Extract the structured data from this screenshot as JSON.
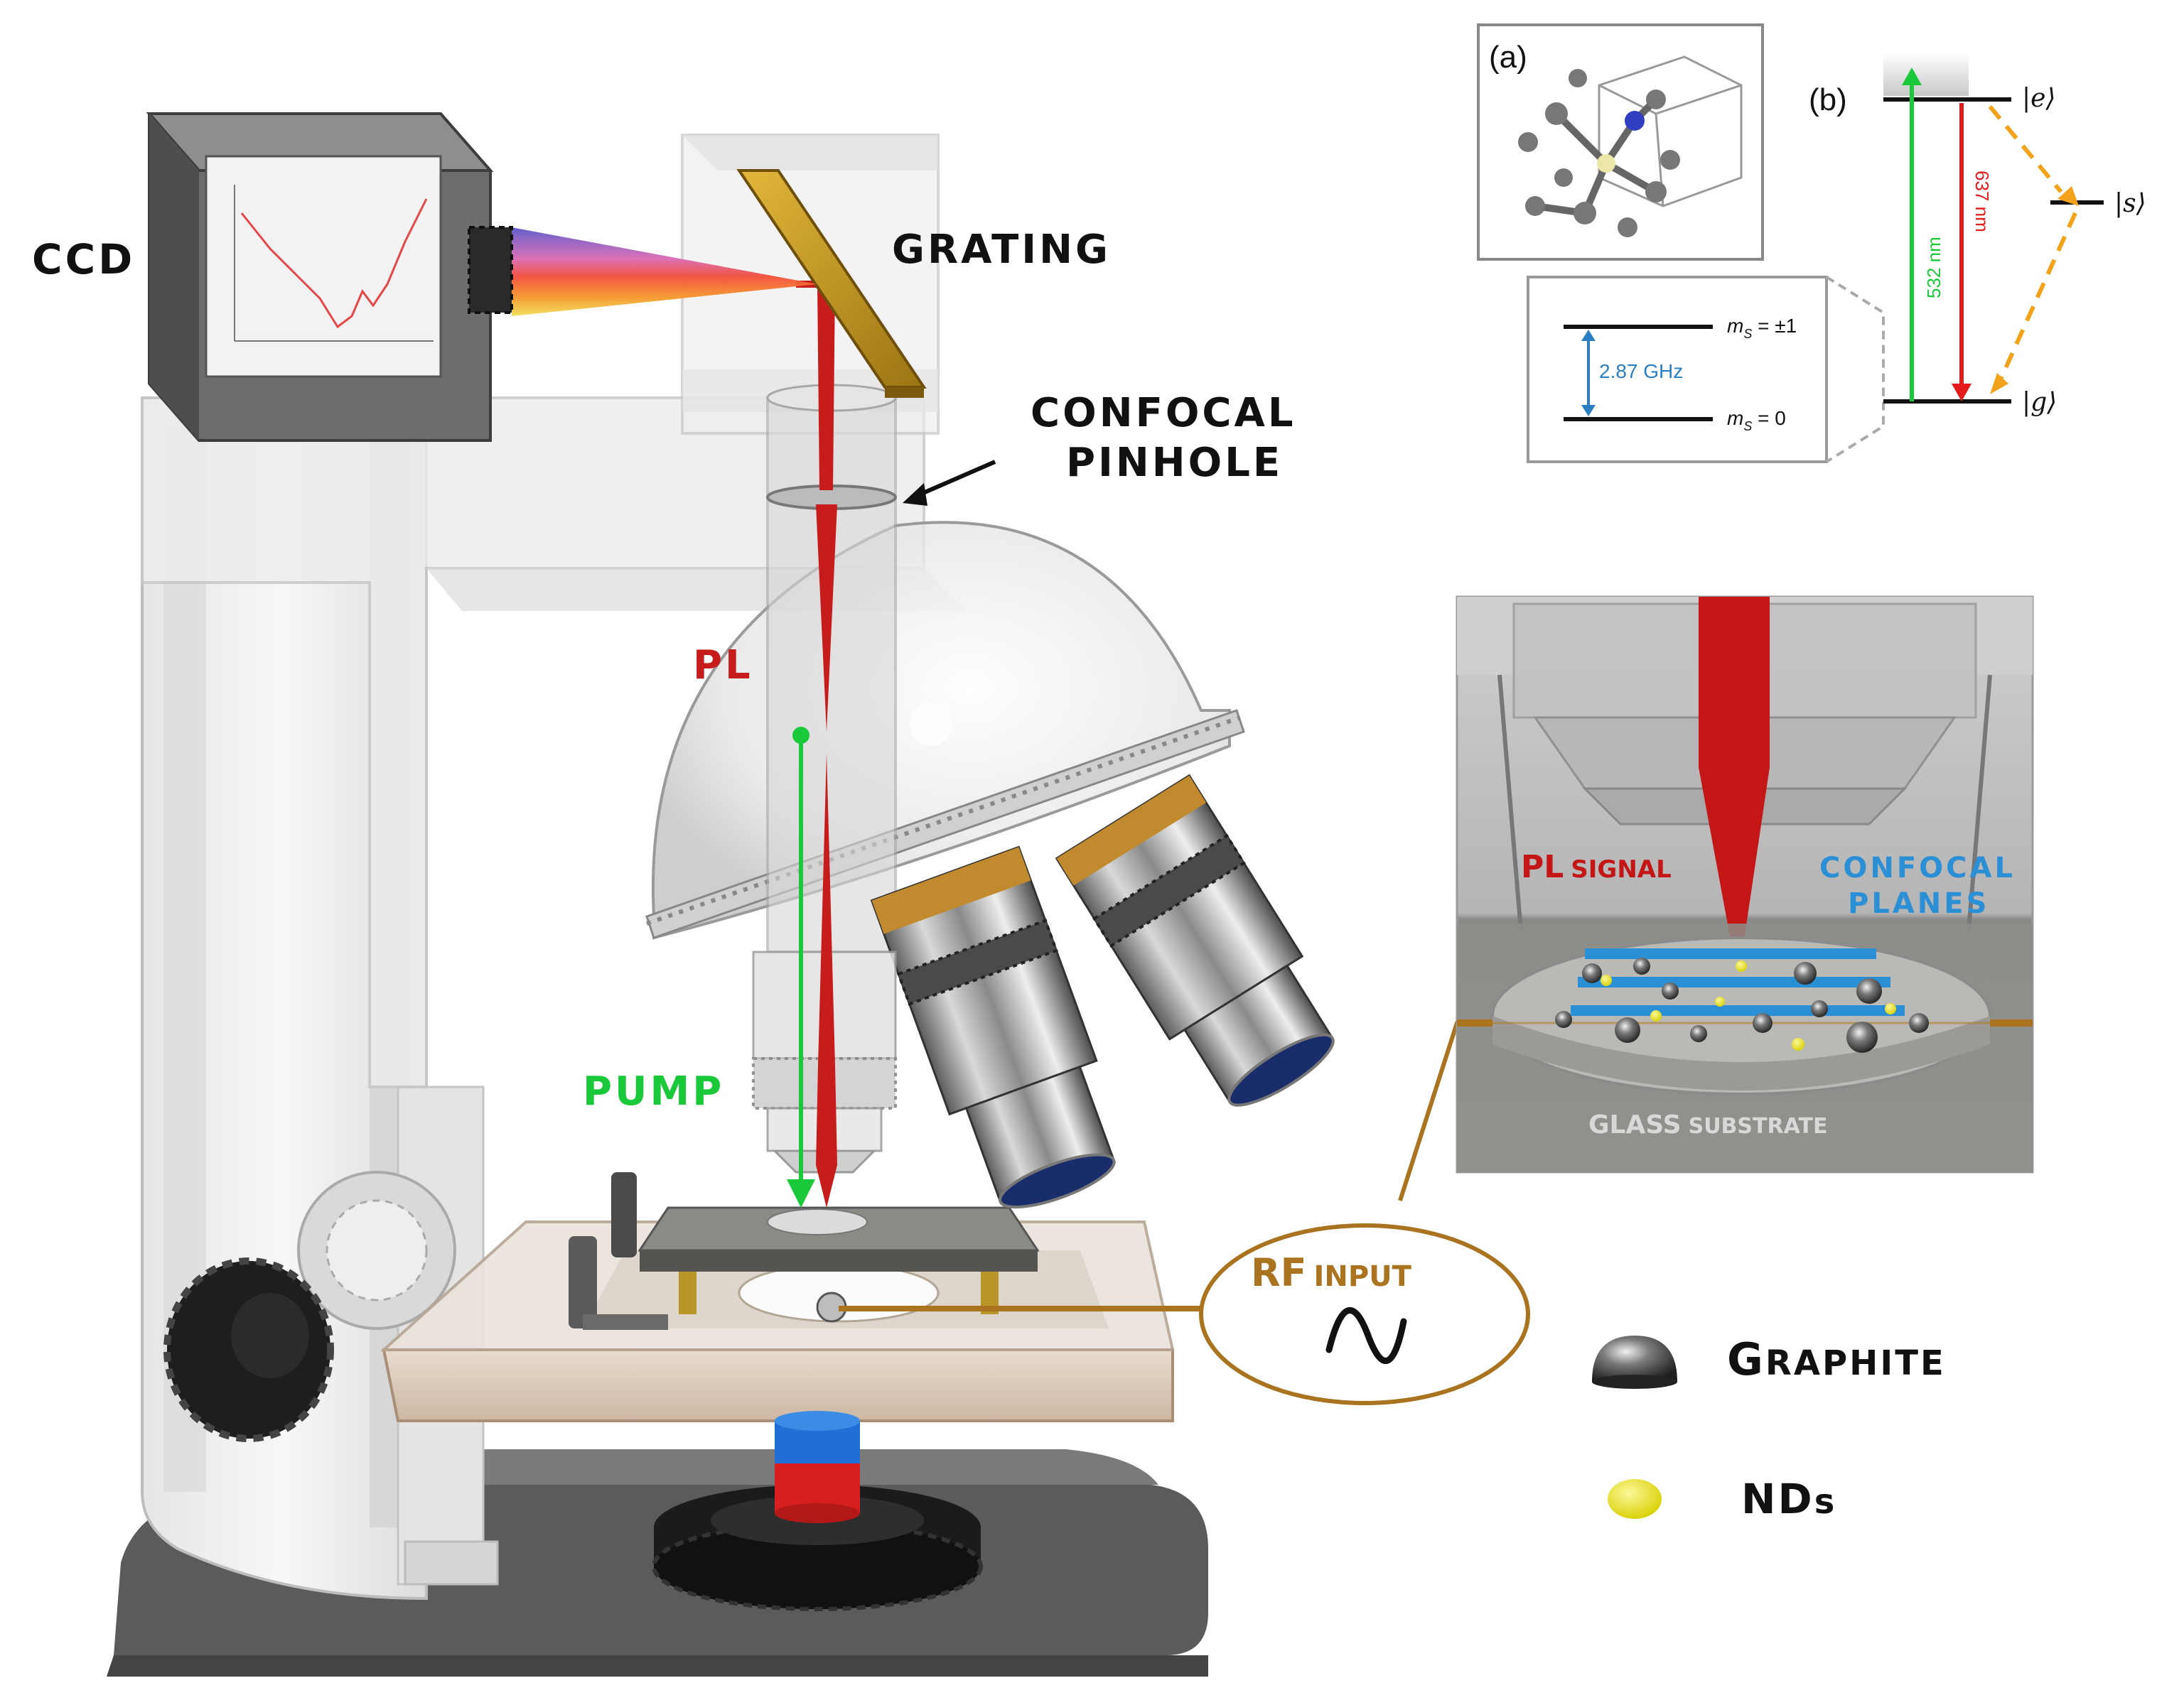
{
  "labels": {
    "ccd": "CCD",
    "grating": "GRATING",
    "confocal_pinhole_line1": "CONFOCAL",
    "confocal_pinhole_line2": "PINHOLE",
    "pl": "PL",
    "pump": "PUMP",
    "rf_input": {
      "first": "RF",
      "rest": "INPUT"
    }
  },
  "inset_sample": {
    "pl_signal": {
      "first": "PL",
      "rest": "SIGNAL"
    },
    "confocal_planes_line1": "CONFOCAL",
    "confocal_planes_line2": "PLANES",
    "glass_substrate": {
      "first": "GLASS",
      "rest": "SUBSTRATE"
    }
  },
  "legend": {
    "items": [
      {
        "name": "graphite",
        "first": "G",
        "rest": "RAPHITE"
      },
      {
        "name": "nds",
        "first": "ND",
        "rest": "s"
      }
    ]
  },
  "panel_a": {
    "tag": "(a)",
    "ms_plus_label": "m",
    "ms_plus_sub": "S",
    "ms_plus_value": " = ±1",
    "ms_zero_label": "m",
    "ms_zero_sub": "S",
    "ms_zero_value": " = 0",
    "splitting": "2.87 GHz"
  },
  "panel_b": {
    "tag": "(b)",
    "state_e": "|e⟩",
    "state_s": "|s⟩",
    "state_g": "|g⟩",
    "excitation": "532 nm",
    "emission": "637 nm"
  },
  "colors": {
    "pump_green": "#19c93a",
    "pl_red": "#c71c1c",
    "plane_blue": "#2b8fd6",
    "rf_brown": "#a9731f",
    "nd_yellow": "#e8e21a",
    "isc_orange": "#f3a21c",
    "splitting_blue": "#2a7fc4"
  }
}
